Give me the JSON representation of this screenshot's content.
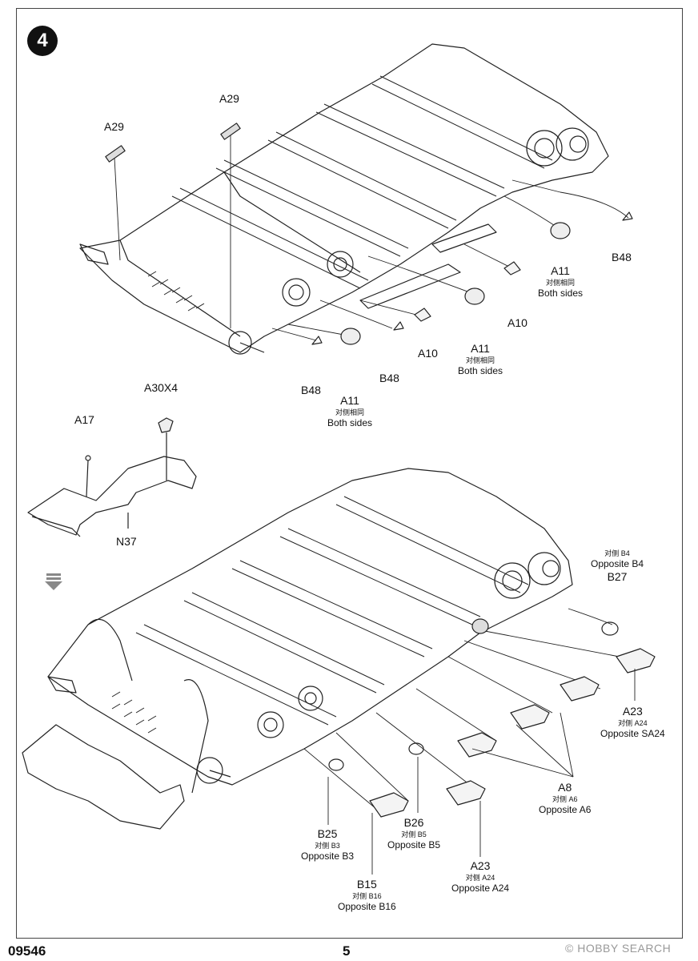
{
  "step": {
    "number": "4"
  },
  "footer": {
    "kit_code": "09546",
    "page_number": "5",
    "watermark": "© HOBBY SEARCH"
  },
  "labels": {
    "a29_left": "A29",
    "a29_right": "A29",
    "a11_top_right": {
      "code": "A11",
      "cn": "对侧相同",
      "en": "Both sides"
    },
    "b48_top_right": "B48",
    "a10_right": "A10",
    "a11_mid": {
      "code": "A11",
      "cn": "对侧相同",
      "en": "Both sides"
    },
    "a10_mid": "A10",
    "b48_mid": "B48",
    "b48_left": "B48",
    "a11_bottom": {
      "code": "A11",
      "cn": "对侧相同",
      "en": "Both sides"
    },
    "a30x4": "A30X4",
    "a17": "A17",
    "n37": "N37",
    "b27": {
      "cn": "对侧 B4",
      "en": "Opposite B4",
      "code": "B27"
    },
    "a23_right": {
      "code": "A23",
      "cn": "对侧 A24",
      "en": "Opposite SA24"
    },
    "a8": {
      "code": "A8",
      "cn": "对侧 A6",
      "en": "Opposite A6"
    },
    "b25": {
      "code": "B25",
      "cn": "对侧 B3",
      "en": "Opposite B3"
    },
    "b26": {
      "code": "B26",
      "cn": "对侧 B5",
      "en": "Opposite B5"
    },
    "a23_bottom": {
      "code": "A23",
      "cn": "对侧 A24",
      "en": "Opposite A24"
    },
    "b15": {
      "code": "B15",
      "cn": "对侧 B16",
      "en": "Opposite B16"
    }
  },
  "icons": {
    "down_arrow": "down-arrow-icon"
  }
}
